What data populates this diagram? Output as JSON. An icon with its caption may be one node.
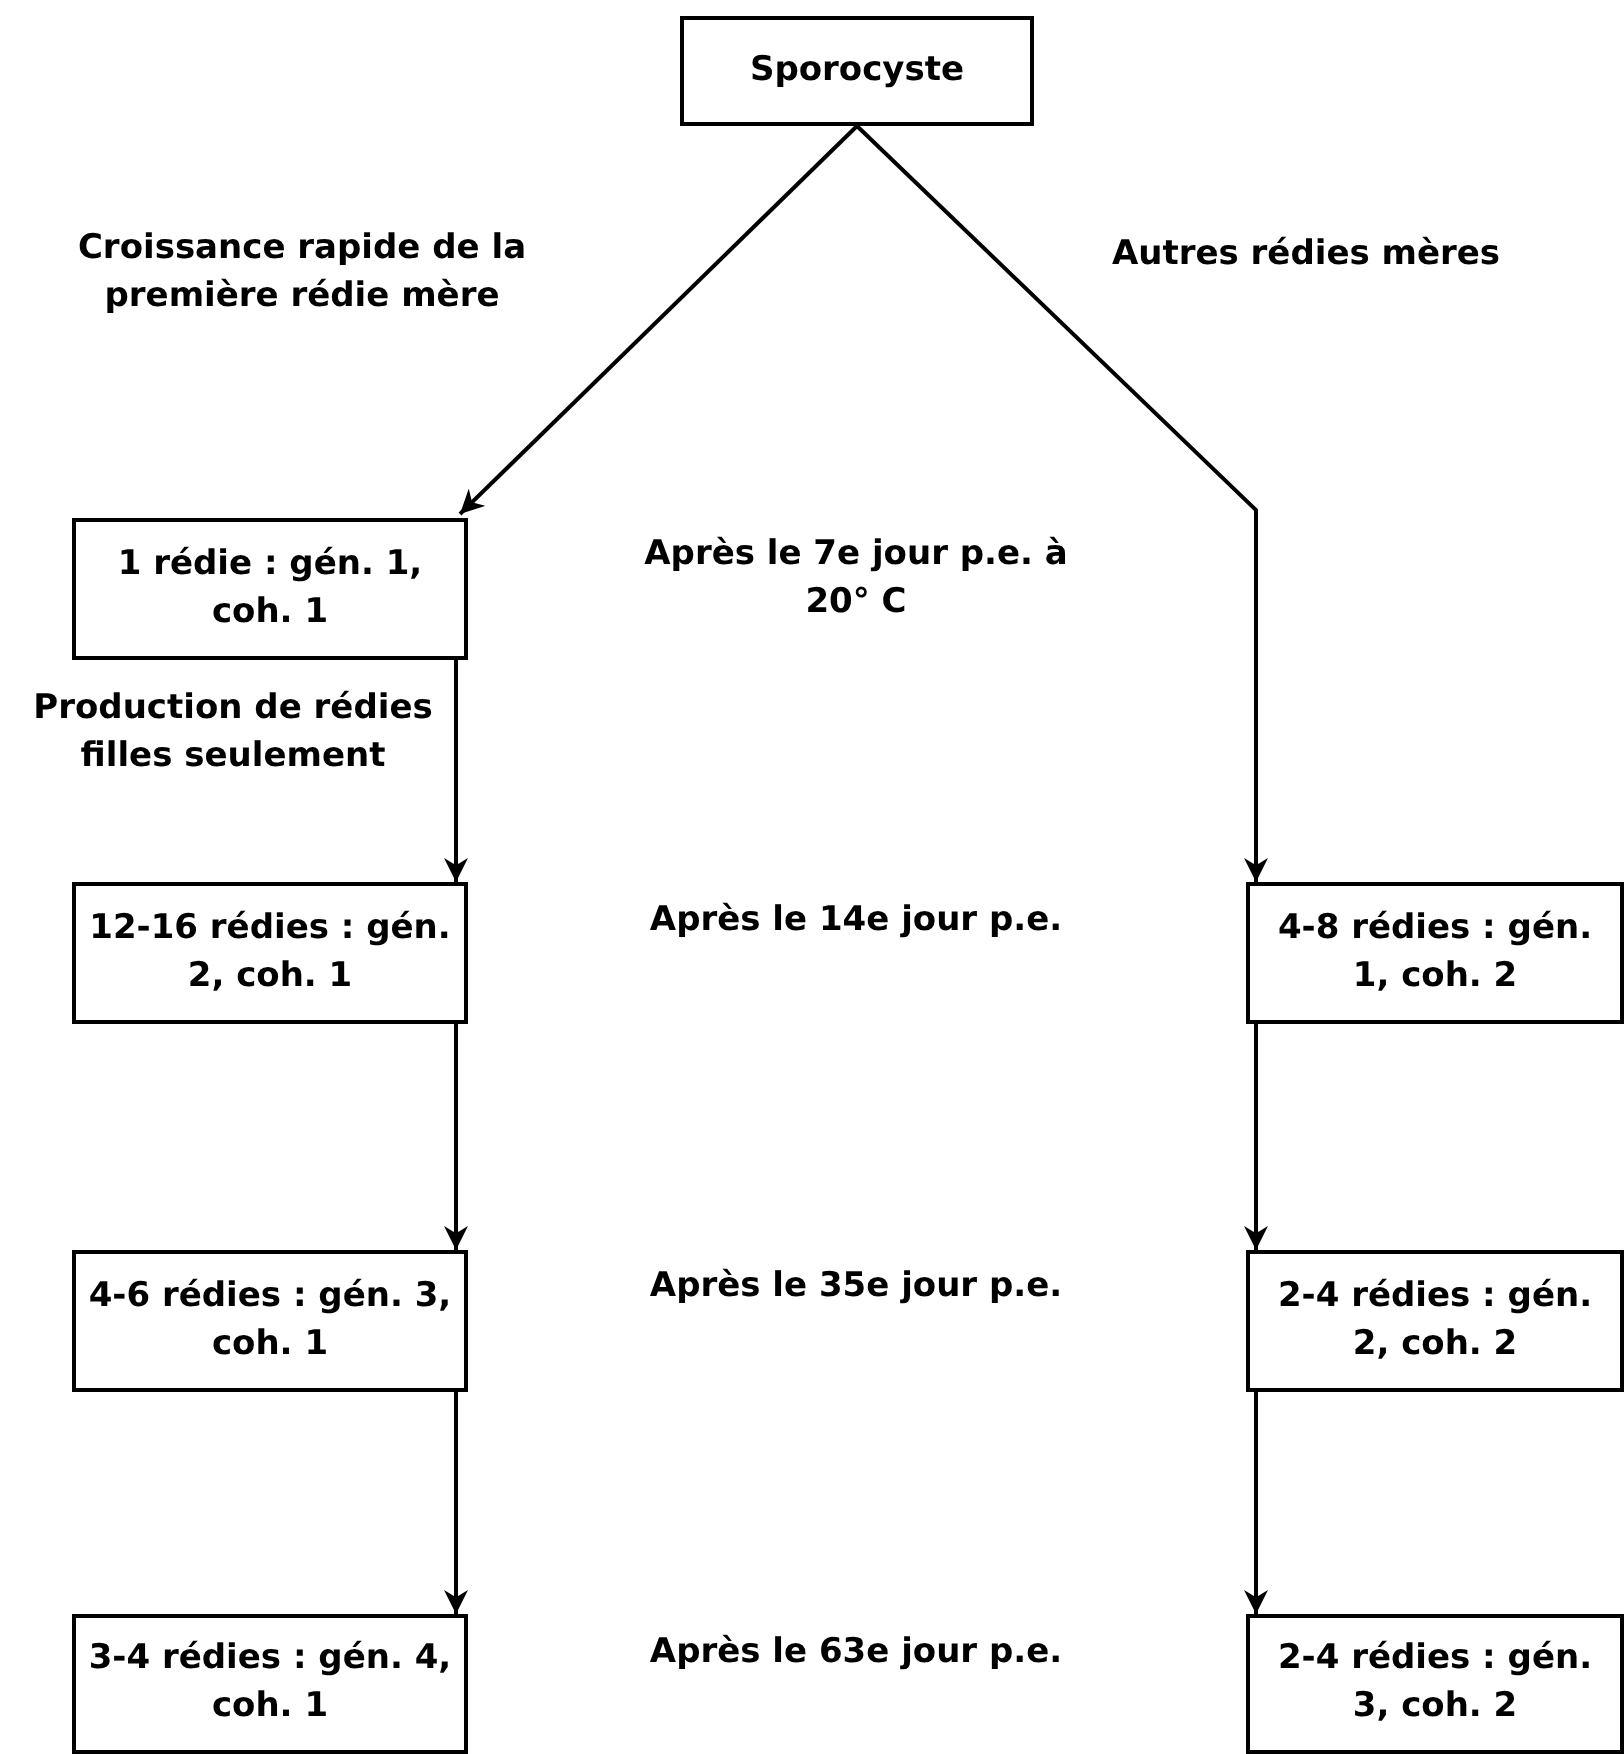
{
  "diagram": {
    "nodes": [
      {
        "text": [
          "Sporocyste"
        ]
      },
      {
        "text": [
          "1 rédie : gén. 1, coh. 1"
        ]
      },
      {
        "text": [
          "12-16 rédies : gén. 2, coh. 1"
        ]
      },
      {
        "text": [
          "4-6 rédies : gén. 3, coh. 1"
        ]
      },
      {
        "text": [
          "3-4 rédies : gén. 4, coh. 1"
        ]
      },
      {
        "text": [
          "4-8 rédies : gén. 1, coh. 2"
        ]
      },
      {
        "text": [
          "2-4 rédies : gén. 2, coh. 2"
        ]
      },
      {
        "text": [
          "2-4 rédies : gén. 3, coh. 2"
        ]
      }
    ],
    "edges": [
      {
        "from": 0,
        "to": 1,
        "arrow": "to",
        "label": "Croissance rapide de la première rédie mère"
      },
      {
        "from": 0,
        "to": 5,
        "arrow": "to",
        "label": "Autres rédies mères"
      },
      {
        "from": 1,
        "to": 2,
        "arrow": "to",
        "label": "Production de rédies filles seulement"
      },
      {
        "from": 2,
        "to": 3,
        "arrow": "to"
      },
      {
        "from": 3,
        "to": 4,
        "arrow": "to"
      },
      {
        "from": 5,
        "to": 6,
        "arrow": "to"
      },
      {
        "from": 6,
        "to": 7,
        "arrow": "to"
      }
    ],
    "labels": [
      "Après le 7e jour p.e. à 20° C",
      "Après le 14e jour p.e.",
      "Après le 35e jour p.e.",
      "Après le 63e jour p.e."
    ]
  }
}
